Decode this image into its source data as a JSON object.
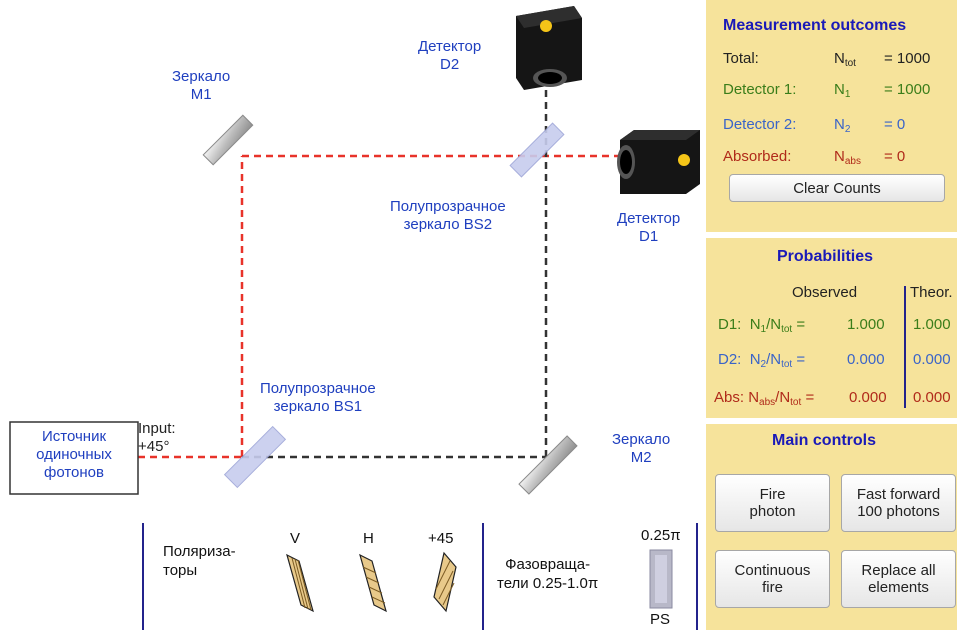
{
  "labels": {
    "mirror_m1": [
      "Зеркало",
      "M1"
    ],
    "mirror_m2": [
      "Зеркало",
      "M2"
    ],
    "detector_d2": [
      "Детектор",
      "D2"
    ],
    "detector_d1": [
      "Детектор",
      "D1"
    ],
    "bs2": [
      "Полупрозрачное",
      "зеркало BS2"
    ],
    "bs1": [
      "Полупрозрачное",
      "зеркало BS1"
    ],
    "input": [
      "Input:",
      "+45°"
    ],
    "source": [
      "Источник",
      "одиночных",
      "фотонов"
    ]
  },
  "toolbar": {
    "polarizers_label": [
      "Поляриза-",
      "торы"
    ],
    "pol_v": "V",
    "pol_h": "H",
    "pol_45": "+45",
    "phase_label": [
      "Фазовраща-",
      "тели 0.25-1.0π"
    ],
    "ps_value": "0.25π",
    "ps_label": "PS"
  },
  "measurement": {
    "title": "Measurement outcomes",
    "total_label": "Total:",
    "total_symbol": "N",
    "total_sub": "tot",
    "total_value": "=  1000",
    "d1_label": "Detector 1:",
    "d1_symbol": "N",
    "d1_sub": "1",
    "d1_value": "=  1000",
    "d2_label": "Detector 2:",
    "d2_symbol": "N",
    "d2_sub": "2",
    "d2_value": "=  0",
    "abs_label": "Absorbed:",
    "abs_symbol": "N",
    "abs_sub": "abs",
    "abs_value": "=  0",
    "clear_label": "Clear Counts"
  },
  "probabilities": {
    "title": "Probabilities",
    "observed_header": "Observed",
    "theor_header": "Theor.",
    "rows": [
      {
        "prefix": "D1:",
        "num": "N",
        "num_sub": "1",
        "den": "/N",
        "den_sub": "tot",
        "eq": " =",
        "observed": "1.000",
        "theor": "1.000"
      },
      {
        "prefix": "D2:",
        "num": "N",
        "num_sub": "2",
        "den": "/N",
        "den_sub": "tot",
        "eq": " =",
        "observed": "0.000",
        "theor": "0.000"
      },
      {
        "prefix": "Abs:",
        "num": "N",
        "num_sub": "abs",
        "den": "/N",
        "den_sub": "tot",
        "eq": " =",
        "observed": "0.000",
        "theor": "0.000"
      }
    ]
  },
  "controls": {
    "title": "Main controls",
    "fire": [
      "Fire",
      "photon"
    ],
    "fast": [
      "Fast forward",
      "100 photons"
    ],
    "continuous": [
      "Continuous",
      "fire"
    ],
    "replace": [
      "Replace all",
      "elements"
    ]
  },
  "colors": {
    "panel_bg": "#f6e39b",
    "laser_red": "#e8332a",
    "path_dark": "#333333",
    "label_blue": "#1f3fbf"
  }
}
